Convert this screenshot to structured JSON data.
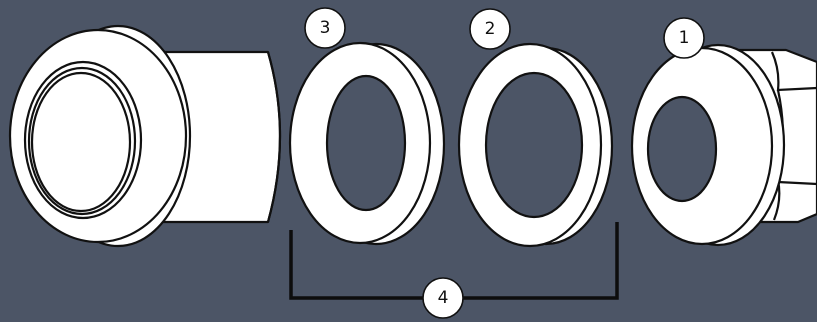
{
  "background_color": "#4c5566",
  "part_color": "#ffffff",
  "outline_color": "#111111",
  "callouts": {
    "c1": "1",
    "c2": "2",
    "c3": "3",
    "c4": "4"
  }
}
